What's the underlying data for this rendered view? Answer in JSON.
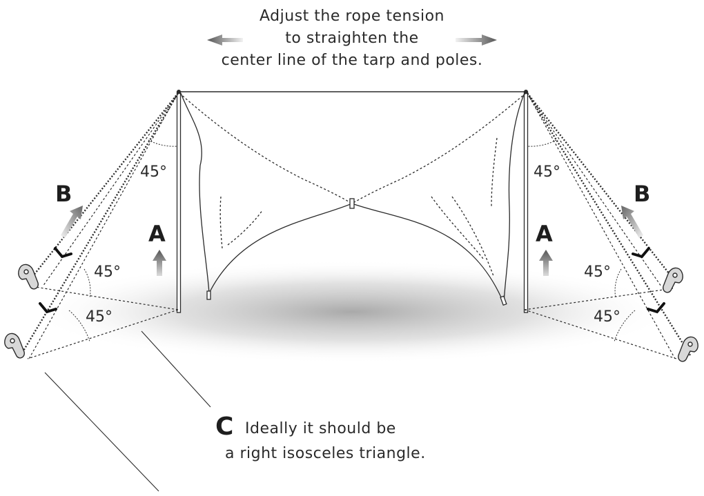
{
  "top_caption": {
    "line1": "Adjust the rope tension",
    "line2": "to straighten the",
    "line3": "center line of the tarp and poles."
  },
  "labels": {
    "a_left": "A",
    "a_right": "A",
    "b_left": "B",
    "b_right": "B",
    "c": "C"
  },
  "angles": {
    "left_upper": "45°",
    "left_middle": "45°",
    "left_lower": "45°",
    "right_upper": "45°",
    "right_middle": "45°",
    "right_lower": "45°"
  },
  "bottom_caption": {
    "line1": "Ideally it should be",
    "line2": "a right isosceles triangle."
  },
  "colors": {
    "line": "#2a2a2a",
    "arrow_gradient_dark": "#555555",
    "arrow_gradient_light": "#eeeeee",
    "ground_shadow": "#9a9a9a",
    "peg_fill": "#d8d8d8"
  }
}
